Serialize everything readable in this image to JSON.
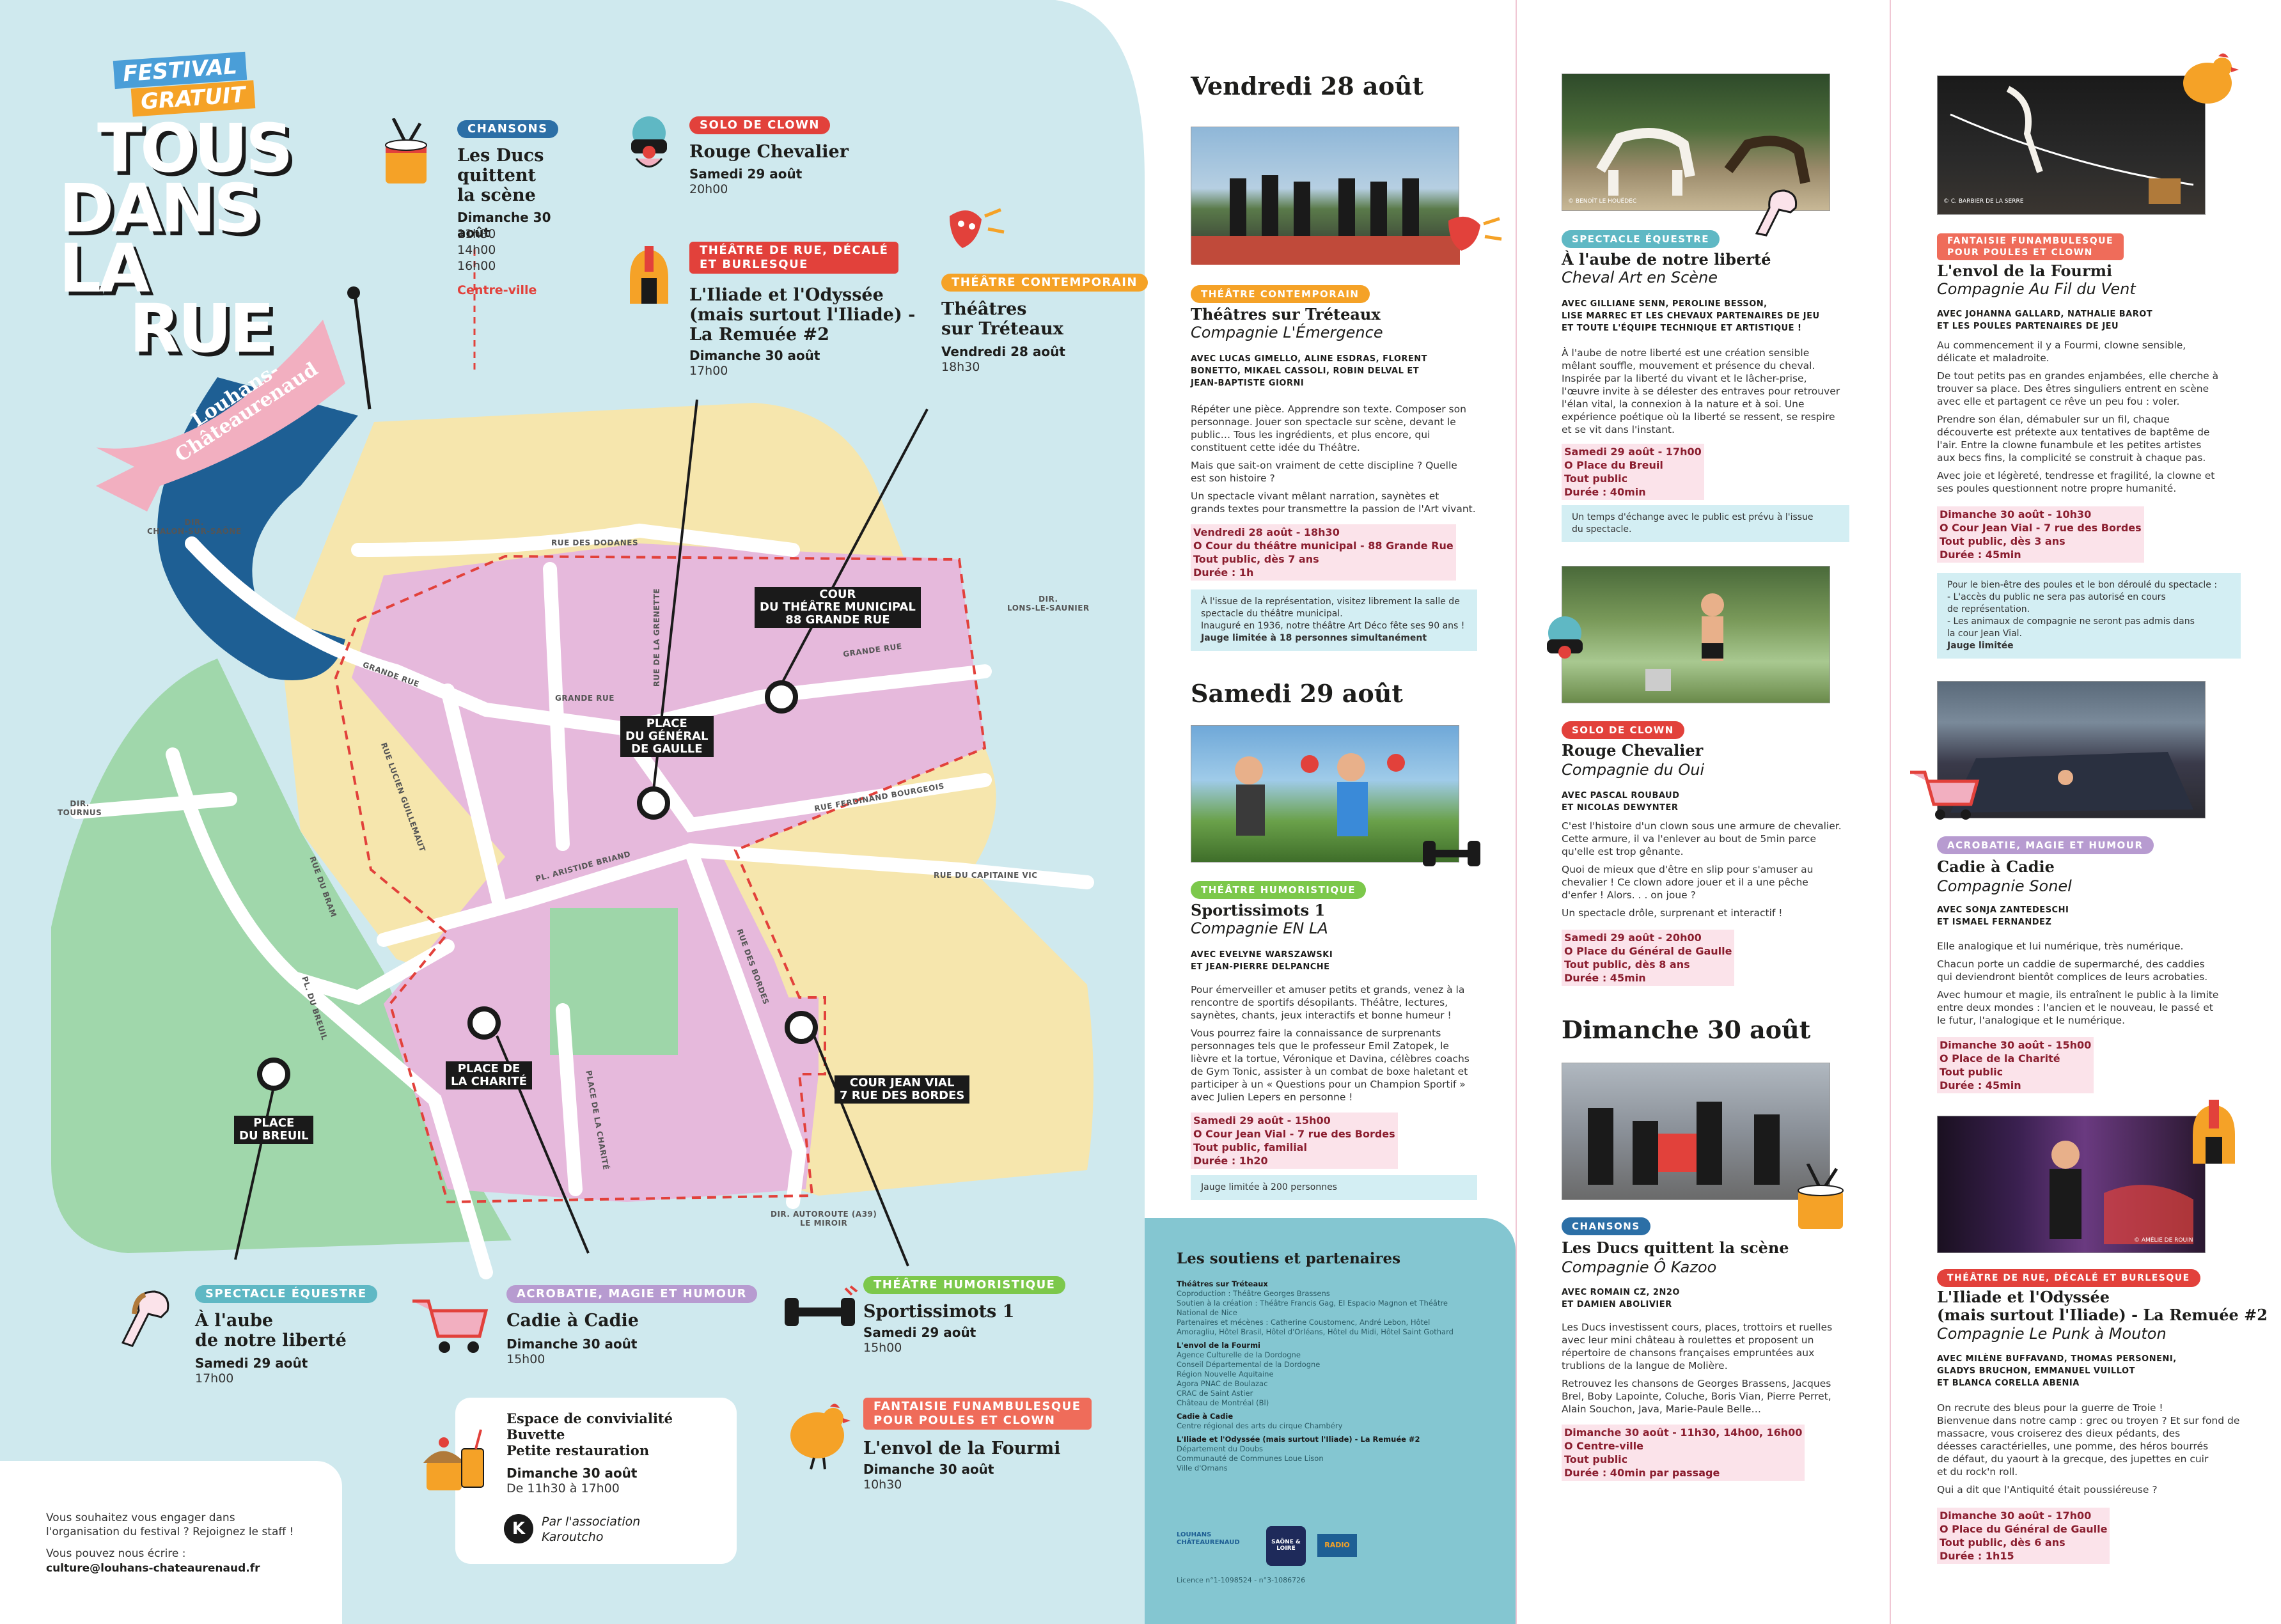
{
  "festival": {
    "badge_top": "FESTIVAL",
    "badge_bottom": "GRATUIT",
    "title_lines": [
      "TOUS",
      "DANS LA",
      "RUE"
    ],
    "banner": [
      "Louhans-",
      "Châteaurenaud"
    ]
  },
  "map": {
    "directions": {
      "chalon": [
        "DIR.",
        "CHALON-SUR-SAÔNE"
      ],
      "lons": [
        "DIR.",
        "LONS-LE-SAUNIER"
      ],
      "tournus": [
        "DIR.",
        "TOURNUS"
      ],
      "autoroute": [
        "DIR. AUTOROUTE (A39)",
        "LE MIROIR"
      ]
    },
    "streets": [
      "RUE DES DODANES",
      "RUE DE LA GRENETTE",
      "GRANDE RUE",
      "GRANDE RUE",
      "GRANDE RUE",
      "RUE LUCIEN GUILLEMAUT",
      "RUE FERDINAND BOURGEOIS",
      "PL. ARISTIDE BRIAND",
      "RUE DU CAPITAINE VIC",
      "RUE DU BRAM",
      "PL. DU BREUIL",
      "RUE DES BORDES",
      "PLACE DE LA CHARITÉ"
    ],
    "places": {
      "theatre": [
        "COUR",
        "DU THÉÂTRE MUNICIPAL",
        "88 GRANDE RUE"
      ],
      "general": [
        "PLACE",
        "DU GÉNÉRAL",
        "DE GAULLE"
      ],
      "charite": [
        "PLACE DE",
        "LA CHARITÉ"
      ],
      "breuil": [
        "PLACE",
        "DU BREUIL"
      ],
      "vial": [
        "COUR JEAN VIAL",
        "7 RUE DES BORDES"
      ]
    },
    "callouts": [
      {
        "tag": "CHANSONS",
        "title": [
          "Les Ducs",
          "quittent",
          "la scène"
        ],
        "date": "Dimanche 30 août",
        "times": [
          "11h30",
          "14h00",
          "16h00"
        ],
        "extra": "Centre-ville"
      },
      {
        "tag": "SOLO DE CLOWN",
        "title": [
          "Rouge Chevalier"
        ],
        "date": "Samedi 29 août",
        "times": [
          "20h00"
        ]
      },
      {
        "tag": [
          "THÉÂTRE DE RUE, DÉCALÉ",
          "ET BURLESQUE"
        ],
        "title": [
          "L'Iliade et l'Odyssée",
          "(mais surtout l'Iliade) -",
          "La Remuée #2"
        ],
        "date": "Dimanche 30 août",
        "times": [
          "17h00"
        ]
      },
      {
        "tag": "THÉÂTRE CONTEMPORAIN",
        "title": [
          "Théâtres",
          "sur Tréteaux"
        ],
        "date": "Vendredi 28 août",
        "times": [
          "18h30"
        ]
      },
      {
        "tag": "SPECTACLE ÉQUESTRE",
        "title": [
          "À l'aube",
          "de notre liberté"
        ],
        "date": "Samedi 29 août",
        "times": [
          "17h00"
        ]
      },
      {
        "tag": "ACROBATIE, MAGIE ET HUMOUR",
        "title": [
          "Cadie à Cadie"
        ],
        "date": "Dimanche 30 août",
        "times": [
          "15h00"
        ]
      },
      {
        "tag": "THÉÂTRE HUMORISTIQUE",
        "title": [
          "Sportissimots 1"
        ],
        "date": "Samedi 29 août",
        "times": [
          "15h00"
        ]
      },
      {
        "tag": [
          "FANTAISIE FUNAMBULESQUE",
          "POUR POULES ET CLOWN"
        ],
        "title": [
          "L'envol de la Fourmi"
        ],
        "date": "Dimanche 30 août",
        "times": [
          "10h30"
        ]
      }
    ],
    "buvette": {
      "lines": [
        "Espace de convivialité",
        "Buvette",
        "Petite restauration"
      ],
      "date": "Dimanche 30 août",
      "time": "De 11h30 à 17h00",
      "assoc": [
        "Par l'association",
        "Karoutcho"
      ]
    },
    "contact": {
      "lines": [
        "Vous souhaitez vous engager dans",
        "l'organisation du festival ? Rejoignez le staff !"
      ],
      "write": "Vous pouvez nous écrire :",
      "email": "culture@louhans-chateaurenaud.fr"
    }
  },
  "program": {
    "friday": {
      "heading": "Vendredi 28 août",
      "events": [
        {
          "tag": "THÉÂTRE CONTEMPORAIN",
          "title": "Théâtres sur Tréteaux",
          "company": "Compagnie L'Émergence",
          "cast": [
            "AVEC LUCAS GIMELLO, ALINE ESDRAS, FLORENT",
            "BONETTO, MIKAEL CASSOLI, ROBIN DELVAL ET",
            "JEAN-BAPTISTE GIORNI"
          ],
          "paras": [
            [
              "Répéter une pièce. Apprendre son texte. Composer son",
              "personnage. Jouer son spectacle sur scène, devant le",
              "public… Tous les ingrédients, et plus encore, qui",
              "constituent cette idée du Théâtre."
            ],
            [
              "Mais que sait-on vraiment de cette discipline ? Quelle",
              "est son histoire ?"
            ],
            [
              "Un spectacle vivant mêlant narration, saynètes et",
              "grands textes pour transmettre la passion de l'Art vivant."
            ]
          ],
          "info": [
            "Vendredi 28 août - 18h30",
            "O Cour du théâtre municipal - 88 Grande Rue",
            "Tout public, dès 7 ans",
            "Durée : 1h"
          ],
          "note": [
            "À l'issue de la représentation, visitez librement la salle de",
            "spectacle du théâtre municipal.",
            "Inauguré en 1936, notre théâtre Art Déco fête ses 90 ans !",
            "Jauge limitée à 18 personnes simultanément"
          ]
        }
      ]
    },
    "saturday": {
      "heading": "Samedi 29 août",
      "events": [
        {
          "tag": "THÉÂTRE HUMORISTIQUE",
          "title": "Sportissimots 1",
          "company": "Compagnie EN LA",
          "cast": [
            "AVEC EVELYNE WARSZAWSKI",
            "ET JEAN-PIERRE DELPANCHE"
          ],
          "paras": [
            [
              "Pour émerveiller et amuser petits et grands, venez à la",
              "rencontre de sportifs désopilants. Théâtre, lectures,",
              "saynètes, chants, jeux interactifs et bonne humeur !"
            ],
            [
              "Vous pourrez faire la connaissance de surprenants",
              "personnages tels que le professeur Emil Zatopek, le",
              "lièvre et la tortue, Véronique et Davina, célèbres coachs",
              "de Gym Tonic, assister à un combat de boxe haletant et",
              "participer à un « Questions pour un Champion Sportif »",
              "avec Julien Lepers en personne !"
            ]
          ],
          "info": [
            "Samedi 29 août - 15h00",
            "O Cour Jean Vial - 7 rue des Bordes",
            "Tout public, familial",
            "Durée : 1h20"
          ],
          "note": [
            "Jauge limitée à 200 personnes"
          ]
        },
        {
          "tag": "SPECTACLE ÉQUESTRE",
          "title": "À l'aube de notre liberté",
          "company": "Cheval Art en Scène",
          "cast": [
            "AVEC GILLIANE SENN, PEROLINE BESSON,",
            "LISE MARREC ET LES CHEVAUX PARTENAIRES DE JEU",
            "ET TOUTE L'ÉQUIPE TECHNIQUE ET ARTISTIQUE !"
          ],
          "paras": [
            [
              "À l'aube de notre liberté est une création sensible",
              "mêlant souffle, mouvement et présence du cheval.",
              "Inspirée par la liberté du vivant et le lâcher-prise,",
              "l'œuvre invite à se délester des entraves pour retrouver",
              "l'élan vital, la connexion à la nature et à soi. Une",
              "expérience poétique où la liberté se ressent, se respire",
              "et se vit dans l'instant."
            ]
          ],
          "info": [
            "Samedi 29 août - 17h00",
            "O Place du Breuil",
            "Tout public",
            "Durée : 40min"
          ],
          "note": [
            "Un temps d'échange avec le public est prévu à l'issue",
            "du spectacle."
          ]
        },
        {
          "tag": "SOLO DE CLOWN",
          "title": "Rouge Chevalier",
          "company": "Compagnie du Oui",
          "cast": [
            "AVEC PASCAL ROUBAUD",
            "ET NICOLAS DEWYNTER"
          ],
          "paras": [
            [
              "C'est l'histoire d'un clown sous une armure de chevalier.",
              "Cette armure, il va l'enlever au bout de 5min parce",
              "qu'elle est trop gênante."
            ],
            [
              "Quoi de mieux que d'être en slip pour s'amuser au",
              "chevalier ! Ce clown adore jouer et il a une pêche",
              "d'enfer ! Alors. . . on joue ?"
            ],
            [
              "Un spectacle drôle, surprenant et interactif !"
            ]
          ],
          "info": [
            "Samedi 29 août - 20h00",
            "O Place du Général de Gaulle",
            "Tout public, dès 8 ans",
            "Durée : 45min"
          ]
        }
      ]
    },
    "sunday": {
      "heading": "Dimanche 30 août",
      "events": [
        {
          "tag": "CHANSONS",
          "title": "Les Ducs quittent la scène",
          "company": "Compagnie Ô Kazoo",
          "cast": [
            "AVEC ROMAIN CZ, 2N2O",
            "ET DAMIEN ABOLIVIER"
          ],
          "paras": [
            [
              "Les Ducs investissent cours, places, trottoirs et ruelles",
              "avec leur mini château à roulettes et proposent un",
              "répertoire de chansons françaises empruntées aux",
              "trublions de la langue de Molière."
            ],
            [
              "Retrouvez les chansons de Georges Brassens, Jacques",
              "Brel, Boby Lapointe, Coluche, Boris Vian, Pierre Perret,",
              "Alain Souchon, Java, Marie-Paule Belle…"
            ]
          ],
          "info": [
            "Dimanche 30 août - 11h30, 14h00, 16h00",
            "O Centre-ville",
            "Tout public",
            "Durée : 40min par passage"
          ]
        },
        {
          "tag": [
            "FANTAISIE FUNAMBULESQUE",
            "POUR POULES ET CLOWN"
          ],
          "title": "L'envol de la Fourmi",
          "company": "Compagnie Au Fil du Vent",
          "cast": [
            "AVEC JOHANNA GALLARD, NATHALIE BAROT",
            "ET LES POULES PARTENAIRES DE JEU"
          ],
          "paras": [
            [
              "Au commencement il y a Fourmi, clowne sensible,",
              "délicate et maladroite."
            ],
            [
              "De tout petits pas en grandes enjambées, elle cherche à",
              "trouver sa place. Des êtres singuliers entrent en scène",
              "avec elle et partagent ce rêve un peu fou : voler."
            ],
            [
              "Prendre son élan, démabuler sur un fil, chaque",
              "découverte est prétexte aux tentatives de baptême de",
              "l'air. Entre la clowne funambule et les petites artistes",
              "aux becs fins, la complicité se construit à chaque pas."
            ],
            [
              "Avec joie et légèreté, tendresse et fragilité, la clowne et",
              "ses poules questionnent notre propre humanité."
            ]
          ],
          "info": [
            "Dimanche 30 août - 10h30",
            "O Cour Jean Vial - 7 rue des Bordes",
            "Tout public, dès 3 ans",
            "Durée : 45min"
          ],
          "note": [
            "Pour le bien-être des poules et le bon déroulé du spectacle :",
            "- L'accès du public ne sera pas autorisé en cours",
            "  de représentation.",
            "- Les animaux de compagnie ne seront pas admis dans",
            "  la cour Jean Vial.",
            "Jauge limitée"
          ]
        },
        {
          "tag": "ACROBATIE, MAGIE ET HUMOUR",
          "title": "Cadie à Cadie",
          "company": "Compagnie Sonel",
          "cast": [
            "AVEC SONJA ZANTEDESCHI",
            "ET ISMAEL FERNANDEZ"
          ],
          "paras": [
            [
              "Elle analogique et lui numérique, très numérique."
            ],
            [
              "Chacun porte un caddie de supermarché, des caddies",
              "qui deviendront bientôt complices de leurs acrobaties."
            ],
            [
              "Avec humour et magie, ils entraînent le public à la limite",
              "entre deux mondes : l'ancien et le nouveau, le passé et",
              "le futur, l'analogique et le numérique."
            ]
          ],
          "info": [
            "Dimanche 30 août - 15h00",
            "O Place de la Charité",
            "Tout public",
            "Durée : 45min"
          ]
        },
        {
          "tag": "THÉÂTRE DE RUE, DÉCALÉ ET BURLESQUE",
          "title": [
            "L'Iliade et l'Odyssée",
            "(mais surtout l'Iliade) - La Remuée #2"
          ],
          "company": "Compagnie Le Punk à Mouton",
          "cast": [
            "AVEC MILÈNE BUFFAVAND, THOMAS PERSONENI,",
            "GLADYS BRUCHON, EMMANUEL VUILLOT",
            "ET BLANCA CORELLA ABENIA"
          ],
          "paras": [
            [
              "On recrute des bleus pour la guerre de Troie !",
              "Bienvenue dans notre camp : grec ou troyen ? Et sur fond de",
              "massacre, vous croiserez des dieux pédants, des",
              "déesses caractérielles, une pomme, des héros bourrés",
              "de défaut, du yaourt à la grecque, des jupettes en cuir",
              "et du rock'n roll."
            ],
            [
              "Qui a dit que l'Antiquité était poussiéreuse ?"
            ]
          ],
          "info": [
            "Dimanche 30 août - 17h00",
            "O Place du Général de Gaulle",
            "Tout public, dès 6 ans",
            "Durée : 1h15"
          ]
        }
      ]
    }
  },
  "partners": {
    "title": "Les soutiens et partenaires",
    "groups": [
      {
        "name": "Théâtres sur Tréteaux",
        "lines": [
          "Coproduction : Théâtre Georges Brassens",
          "Soutien à la création : Théâtre Francis Gag, El Espacio Magnon et Théâtre",
          "National de Nice",
          "Partenaires et mécènes : Catherine Coustomenc, André Lebon, Hôtel",
          "Amoragliu, Hôtel Brasil, Hôtel d'Orléans, Hôtel du Midi, Hôtel Saint Gothard"
        ]
      },
      {
        "name": "L'envol de la Fourmi",
        "lines": [
          "Agence Culturelle de la Dordogne",
          "Conseil Départemental de la Dordogne",
          "Région Nouvelle Aquitaine",
          "Agora PNAC de Boulazac",
          "CRAC de Saint Astier",
          "Château de Montréal (Bl)"
        ]
      },
      {
        "name": "Cadie à Cadie",
        "lines": [
          "Centre régional des arts du cirque Chambéry"
        ]
      },
      {
        "name": "L'Iliade et l'Odyssée (mais surtout l'Iliade) - La Remuée #2",
        "lines": [
          "Département du Doubs",
          "Communauté de Communes Loue Lison",
          "Ville d'Ornans"
        ]
      }
    ],
    "logos": [
      "LOUHANS CHÂTEAURENAUD",
      "SAÔNE & LOIRE",
      "RADIO"
    ],
    "licence": "Licence n°1-1098524 - n°3-1086726"
  },
  "credits": [
    "© BENOÎT LE HOUËDEC",
    "© C. BARBIER DE LA SERRE",
    "© AMÉLIE DE ROUIN"
  ],
  "colors": {
    "map_bg": "#cfe9ee",
    "pink": "#e8b7d9",
    "yellow": "#f5e6ac",
    "green": "#9ed6a9",
    "navy": "#1e5f94",
    "partners_bg": "#84c6d1"
  }
}
